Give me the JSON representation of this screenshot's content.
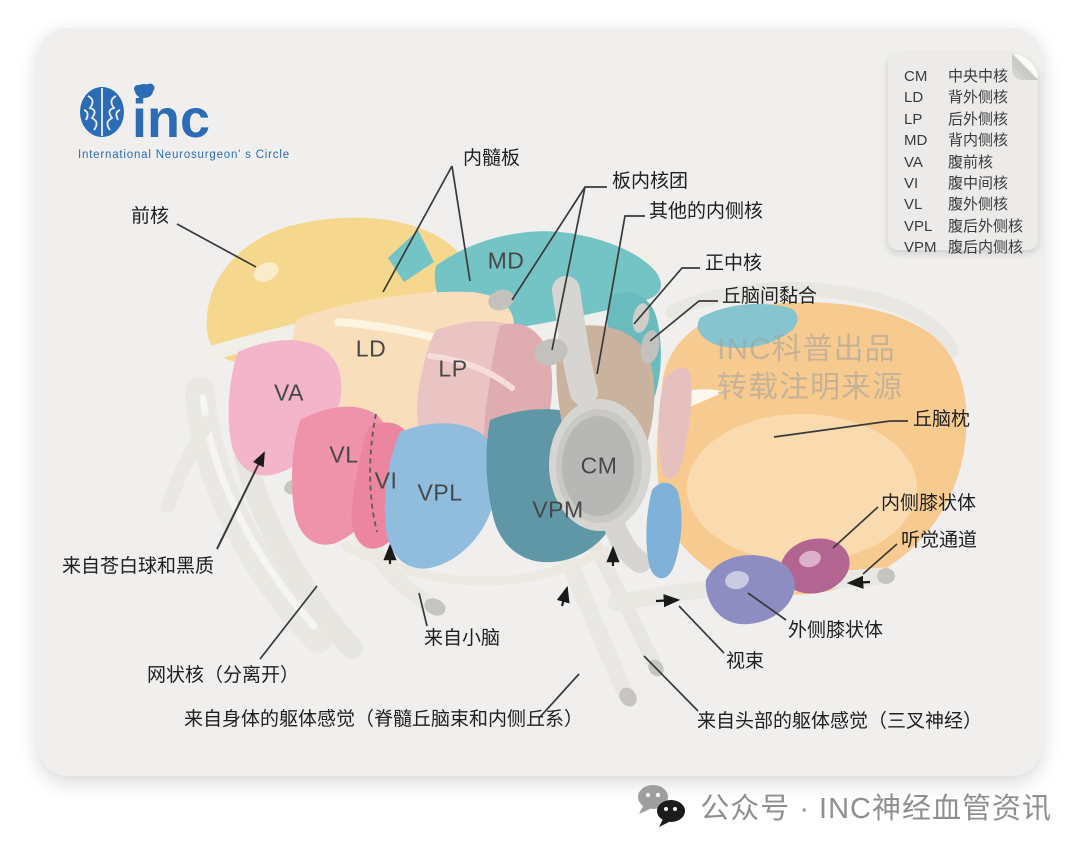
{
  "logo": {
    "text": "inc",
    "tagline": "International  Neurosurgeon' s  Circle"
  },
  "legend": {
    "items": [
      {
        "abbr": "CM",
        "name": "中央中核"
      },
      {
        "abbr": "LD",
        "name": "背外侧核"
      },
      {
        "abbr": "LP",
        "name": "后外侧核"
      },
      {
        "abbr": "MD",
        "name": "背内侧核"
      },
      {
        "abbr": "VA",
        "name": "腹前核"
      },
      {
        "abbr": "VI",
        "name": "腹中间核"
      },
      {
        "abbr": "VL",
        "name": "腹外侧核"
      },
      {
        "abbr": "VPL",
        "name": "腹后外侧核"
      },
      {
        "abbr": "VPM",
        "name": "腹后内侧核"
      }
    ]
  },
  "diagram": {
    "regions": {
      "md": "MD",
      "ld": "LD",
      "lp": "LP",
      "va": "VA",
      "vl": "VL",
      "vi": "VI",
      "vpl": "VPL",
      "vpm": "VPM",
      "cm": "CM"
    },
    "callouts": {
      "internal_medullary_lamina": "内髓板",
      "intralaminar_nuclei": "板内核团",
      "other_medial_nuclei": "其他的内侧核",
      "midline_nucleus": "正中核",
      "interthalamic_adhesion": "丘脑间黏合",
      "anterior_nucleus": "前核",
      "pulvinar": "丘脑枕",
      "medial_geniculate": "内侧膝状体",
      "auditory_pathway": "听觉通道",
      "lateral_geniculate": "外侧膝状体",
      "optic_tract": "视束",
      "from_pallidum_nigra": "来自苍白球和黑质",
      "from_cerebellum": "来自小脑",
      "reticular_nucleus": "网状核（分离开）",
      "somatic_from_body": "来自身体的躯体感觉（脊髓丘脑束和内侧丘系）",
      "somatic_from_head": "来自头部的躯体感觉（三叉神经）"
    }
  },
  "watermark": {
    "line1": "INC科普出品",
    "line2": "转载注明来源"
  },
  "footer": {
    "label": "公众号 · INC神经血管资讯"
  },
  "colors": {
    "card_bg": "#f0efed",
    "accent_blue": "#2b6cb4",
    "anterior_yellow": "#f5d88d",
    "md_teal": "#74c4c5",
    "ld_cream": "#f8debb",
    "lp_rose": "#eac3c3",
    "va_pink": "#f3b5c9",
    "vl_rose": "#ef93aa",
    "vi_rose": "#eb85a0",
    "vpl_blue": "#90bddd",
    "vpm_teal": "#5f97a6",
    "cm_gray": "#b7b7b5",
    "medial_tan": "#c9b29e",
    "pulvinar_orange": "#f7cb90",
    "lgb_purple": "#8e8dc2",
    "mgb_plum": "#b16590"
  }
}
